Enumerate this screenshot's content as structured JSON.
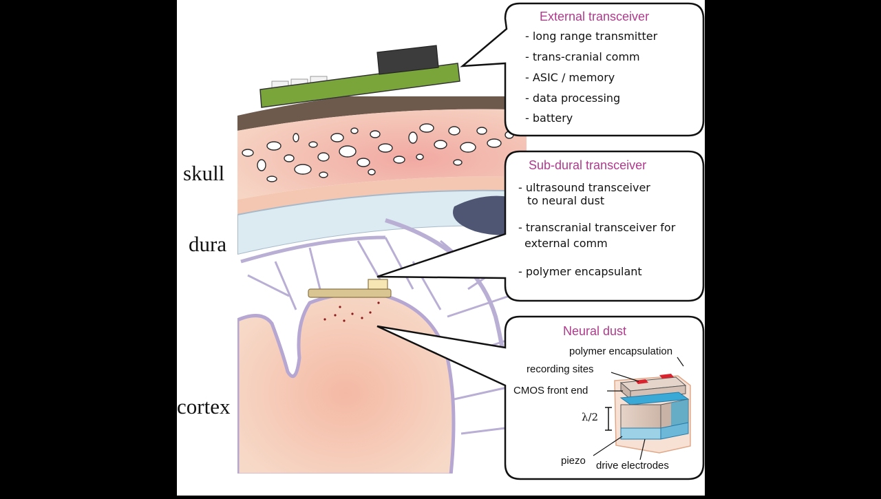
{
  "labels": {
    "skull": "skull",
    "dura": "dura",
    "cortex": "cortex"
  },
  "external": {
    "title": "External transceiver",
    "items": [
      "- long range transmitter",
      "- trans-cranial comm",
      "- ASIC / memory",
      "- data processing",
      "- battery"
    ]
  },
  "subdural": {
    "title": "Sub-dural transceiver",
    "items": [
      "- ultrasound transceiver",
      "to neural dust",
      "- transcranial transceiver for",
      "external comm",
      "- polymer encapsulant"
    ]
  },
  "neural_dust": {
    "title": "Neural dust",
    "polymer": "polymer encapsulation",
    "recording": "recording sites",
    "cmos": "CMOS front end",
    "lambda": "λ/2",
    "piezo": "piezo",
    "electrodes": "drive electrodes"
  },
  "colors": {
    "title_magenta": "#b03a8c",
    "bone": "#f3c9b6",
    "dura_blue": "#dbeaf2",
    "cortex": "#f6cdb8",
    "pcb_green": "#7aa53a"
  }
}
